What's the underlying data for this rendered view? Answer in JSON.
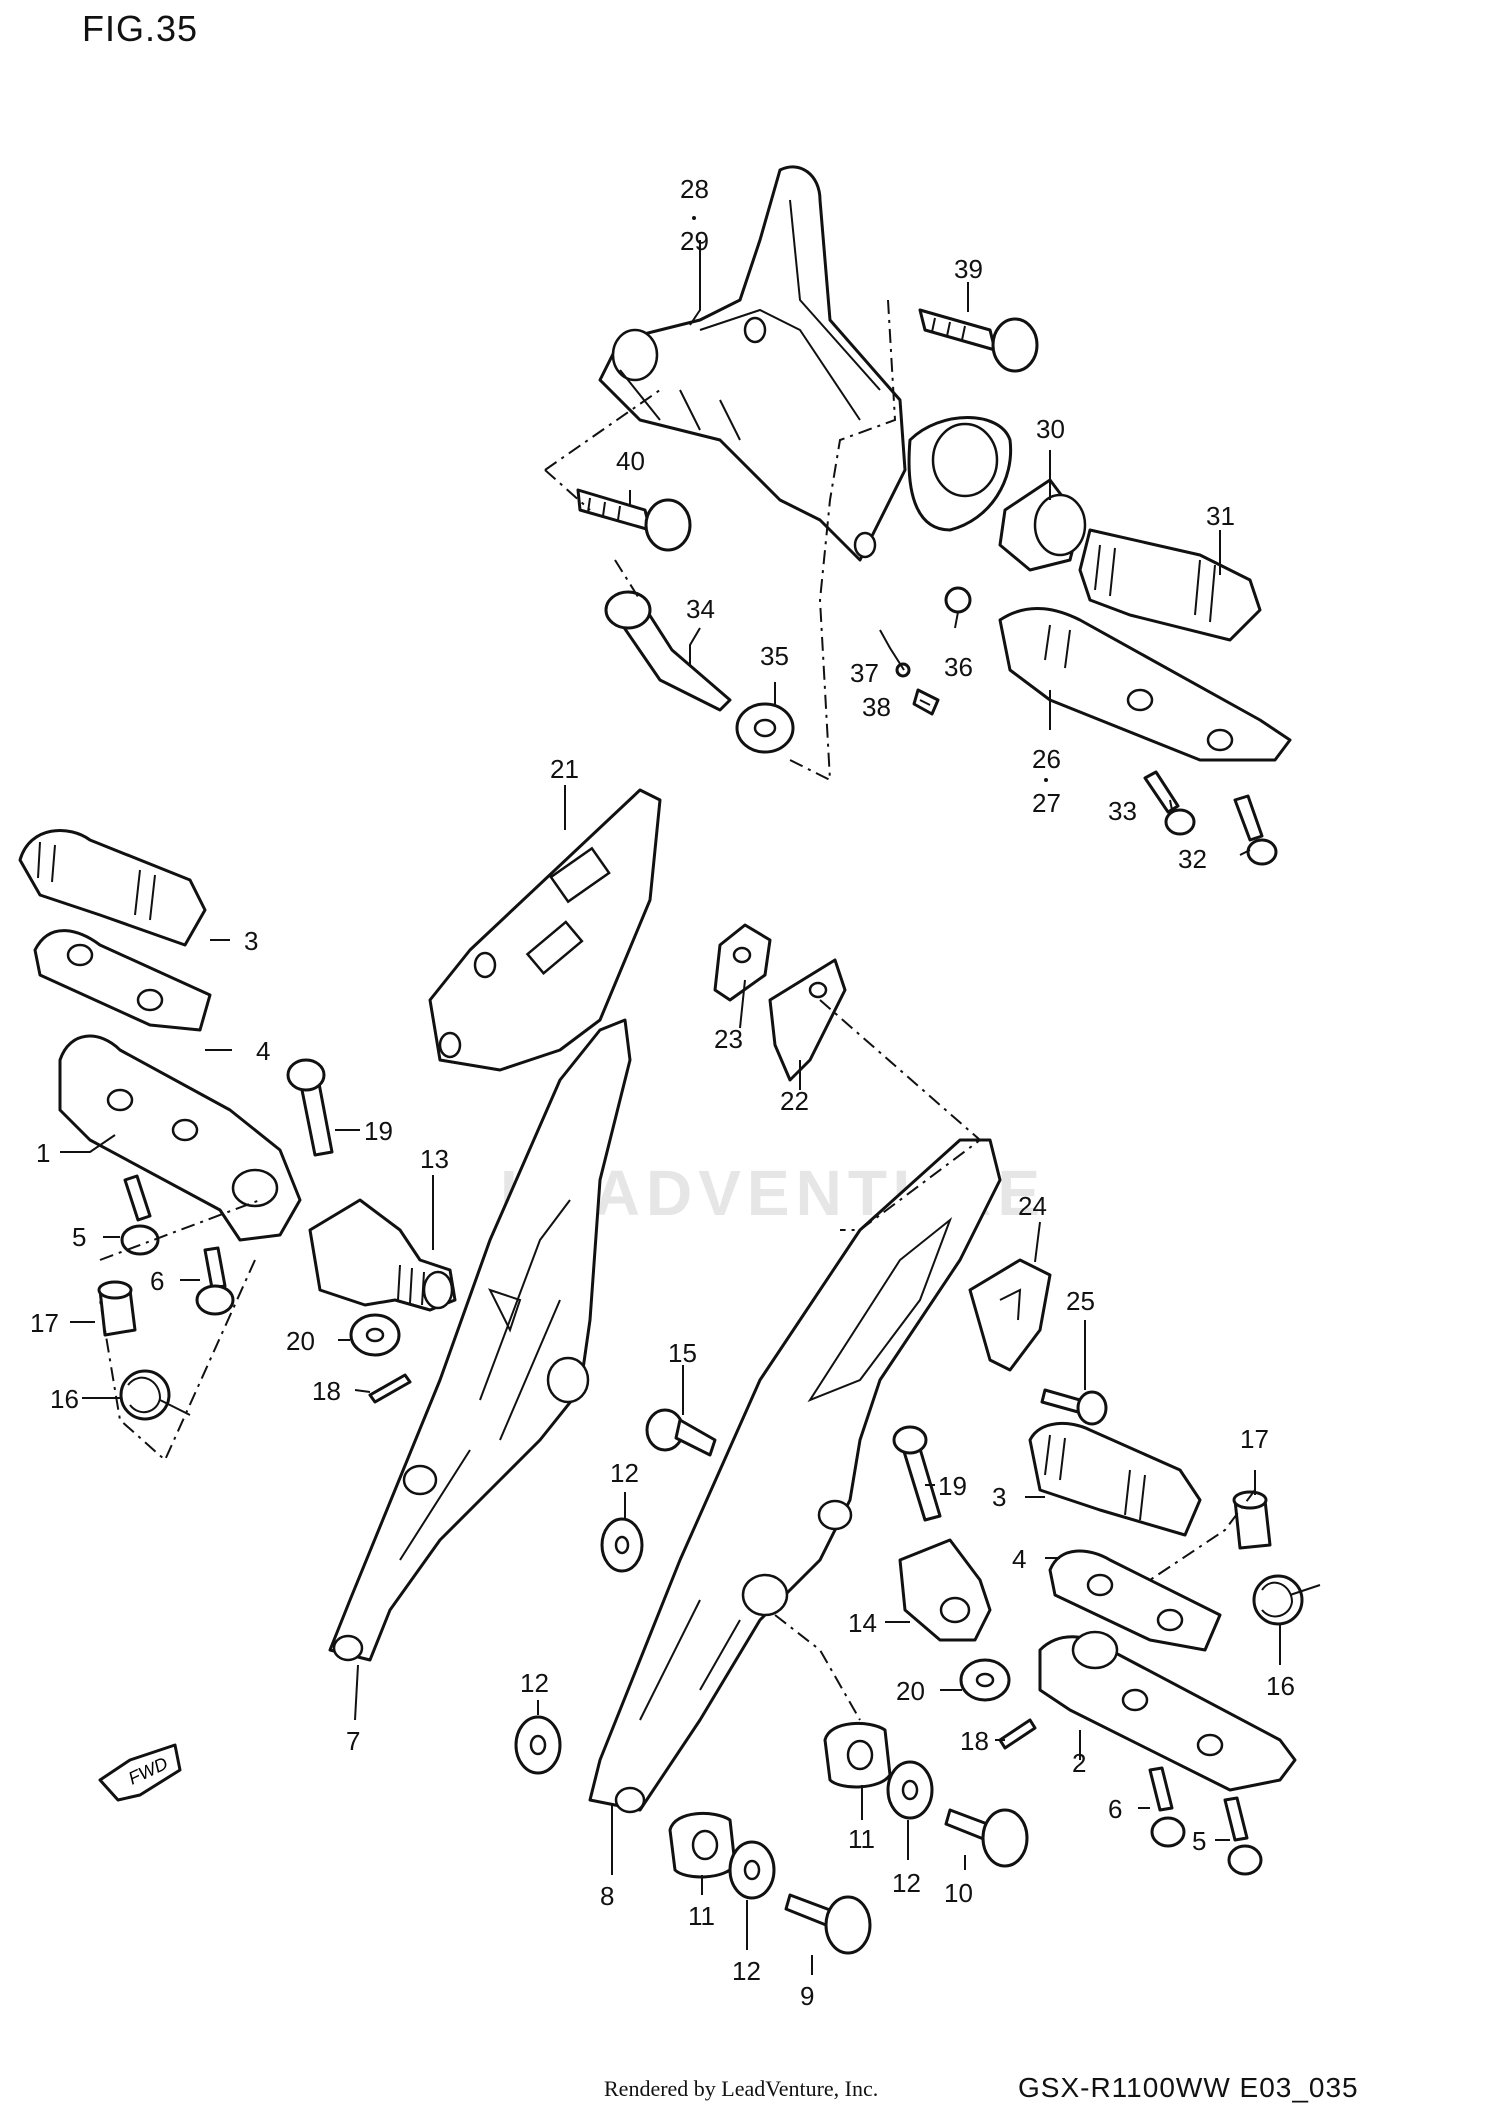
{
  "figure_title": "FIG.35",
  "watermark": "LEADVENTURE",
  "fwd_label": "FWD",
  "footer": {
    "rendered_by": "Rendered by LeadVenture, Inc.",
    "model_code": "GSX-R1100WW  E03_035"
  },
  "callouts": [
    {
      "id": "c28",
      "label": "28"
    },
    {
      "id": "c29",
      "label": "29"
    },
    {
      "id": "c39",
      "label": "39"
    },
    {
      "id": "c30",
      "label": "30"
    },
    {
      "id": "c31",
      "label": "31"
    },
    {
      "id": "c40",
      "label": "40"
    },
    {
      "id": "c34",
      "label": "34"
    },
    {
      "id": "c35",
      "label": "35"
    },
    {
      "id": "c37",
      "label": "37"
    },
    {
      "id": "c36",
      "label": "36"
    },
    {
      "id": "c38",
      "label": "38"
    },
    {
      "id": "c26",
      "label": "26"
    },
    {
      "id": "c27",
      "label": "27"
    },
    {
      "id": "c33",
      "label": "33"
    },
    {
      "id": "c32",
      "label": "32"
    },
    {
      "id": "c21",
      "label": "21"
    },
    {
      "id": "c3a",
      "label": "3"
    },
    {
      "id": "c4a",
      "label": "4"
    },
    {
      "id": "c19a",
      "label": "19"
    },
    {
      "id": "c1",
      "label": "1"
    },
    {
      "id": "c13",
      "label": "13"
    },
    {
      "id": "c5a",
      "label": "5"
    },
    {
      "id": "c6a",
      "label": "6"
    },
    {
      "id": "c17a",
      "label": "17"
    },
    {
      "id": "c20a",
      "label": "20"
    },
    {
      "id": "c18a",
      "label": "18"
    },
    {
      "id": "c16a",
      "label": "16"
    },
    {
      "id": "c23",
      "label": "23"
    },
    {
      "id": "c22",
      "label": "22"
    },
    {
      "id": "c24",
      "label": "24"
    },
    {
      "id": "c25",
      "label": "25"
    },
    {
      "id": "c15",
      "label": "15"
    },
    {
      "id": "c12a",
      "label": "12"
    },
    {
      "id": "c19b",
      "label": "19"
    },
    {
      "id": "c17b",
      "label": "17"
    },
    {
      "id": "c3b",
      "label": "3"
    },
    {
      "id": "c4b",
      "label": "4"
    },
    {
      "id": "c14",
      "label": "14"
    },
    {
      "id": "c16b",
      "label": "16"
    },
    {
      "id": "c20b",
      "label": "20"
    },
    {
      "id": "c12b",
      "label": "12"
    },
    {
      "id": "c7",
      "label": "7"
    },
    {
      "id": "c18b",
      "label": "18"
    },
    {
      "id": "c2",
      "label": "2"
    },
    {
      "id": "c6b",
      "label": "6"
    },
    {
      "id": "c5b",
      "label": "5"
    },
    {
      "id": "c11a",
      "label": "11"
    },
    {
      "id": "c12c",
      "label": "12"
    },
    {
      "id": "c10",
      "label": "10"
    },
    {
      "id": "c8",
      "label": "8"
    },
    {
      "id": "c11b",
      "label": "11"
    },
    {
      "id": "c12d",
      "label": "12"
    },
    {
      "id": "c9",
      "label": "9"
    }
  ]
}
